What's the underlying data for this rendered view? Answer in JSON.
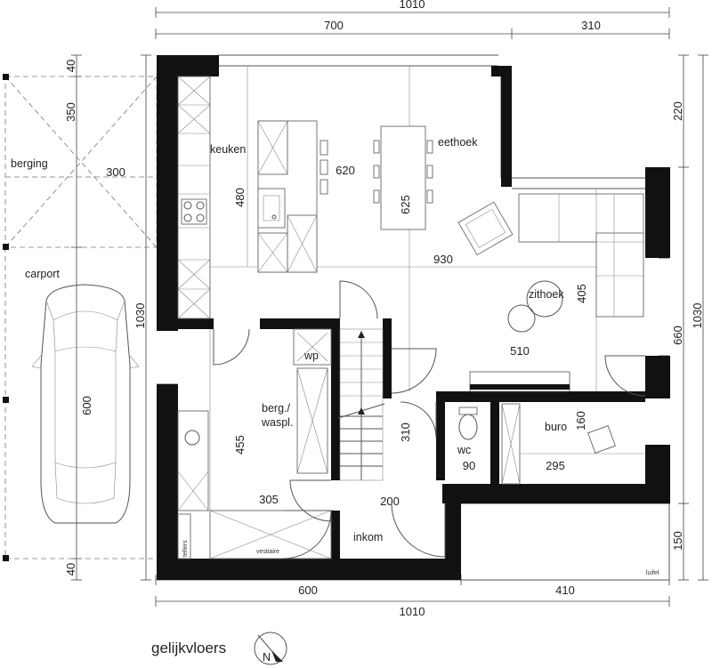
{
  "dimensions": {
    "top_total": "1010",
    "top_left": "700",
    "top_right": "310",
    "bottom_left": "600",
    "bottom_right": "410",
    "bottom_total": "1010",
    "left_top_40": "40",
    "left_350": "350",
    "left_1030": "1030",
    "left_bottom_40": "40",
    "right_220": "220",
    "right_660": "660",
    "right_1030": "1030",
    "right_150": "150"
  },
  "rooms": {
    "berging": "berging",
    "carport": "carport",
    "keuken": "keuken",
    "eethoek": "eethoek",
    "zithoek": "zithoek",
    "wp": "wp",
    "berg_waspl_1": "berg./",
    "berg_waspl_2": "waspl.",
    "wc": "wc",
    "buro": "buro",
    "inkom": "inkom",
    "tellers": "tellers",
    "vestiaire": "vestiaire",
    "luifel": "luifel"
  },
  "inner_dims": {
    "berging_300": "300",
    "car_600": "600",
    "keuken_480": "480",
    "d620": "620",
    "d625": "625",
    "d930": "930",
    "d405": "405",
    "d510": "510",
    "d455": "455",
    "d310": "310",
    "d160": "160",
    "d90": "90",
    "d295": "295",
    "d305": "305",
    "d200": "200"
  },
  "footer": {
    "title": "gelijkvloers",
    "north": "N"
  }
}
